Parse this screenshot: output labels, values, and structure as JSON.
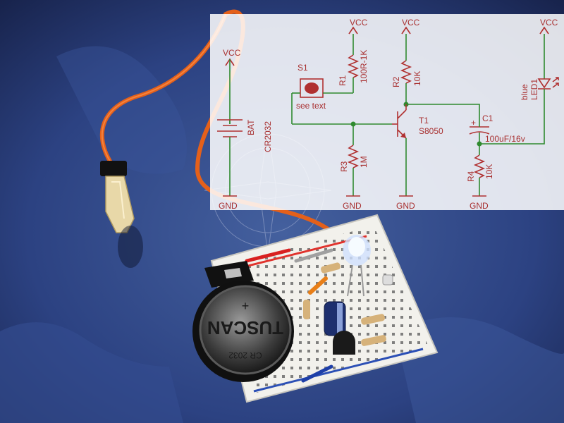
{
  "schematic": {
    "supplies": {
      "vcc": "VCC",
      "gnd": "GND"
    },
    "components": {
      "battery": {
        "ref": "BAT",
        "value": "CR2032"
      },
      "switch": {
        "ref": "S1",
        "note": "see text"
      },
      "r1": {
        "ref": "R1",
        "value": "100R-1K"
      },
      "r2": {
        "ref": "R2",
        "value": "10K"
      },
      "r3": {
        "ref": "R3",
        "value": "1M"
      },
      "r4": {
        "ref": "R4",
        "value": "10K"
      },
      "t1": {
        "ref": "T1",
        "value": "S8050"
      },
      "c1": {
        "ref": "C1",
        "value": "100uF/16v"
      },
      "led1": {
        "ref": "LED1",
        "value": "blue"
      }
    }
  },
  "photo": {
    "battery_print": "TUSCAN",
    "battery_model": "CR 2032",
    "colors": {
      "background": "#2a3f78",
      "breadboard": "#f2f1ec",
      "wire_orange": "#e4601a",
      "schematic_ink": "#a83030",
      "net_green": "#2f8a2f"
    }
  }
}
